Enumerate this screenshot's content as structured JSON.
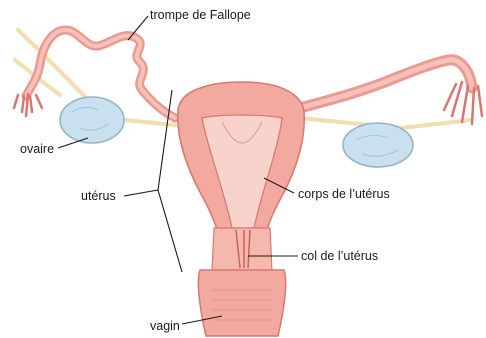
{
  "labels": {
    "trompe": "trompe de Fallope",
    "ovaire": "ovaire",
    "uterus": "utérus",
    "corps": "corps de l’utérus",
    "col": "col de l’utérus",
    "vagin": "vagin"
  },
  "colors": {
    "tissue": "#f2a9a0",
    "tissue_dark": "#d9776e",
    "tissue_light": "#f8d3cb",
    "ligament": "#f6e2b8",
    "ovary": "#c9e0ee",
    "ovary_stroke": "#8fb3c9",
    "leader_line": "#1a1a1a"
  }
}
